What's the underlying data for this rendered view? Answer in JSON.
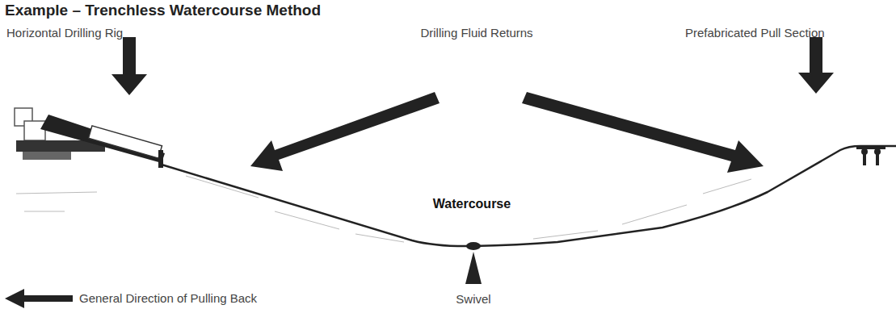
{
  "diagram": {
    "title": "Example – Trenchless Watercourse Method",
    "labels": [
      "Horizontal Drilling Rig",
      "Drilling Fluid Returns",
      "Prefabricated Pull Section",
      "Watercourse",
      "Swivel",
      "General Direction of Pulling Back"
    ]
  }
}
